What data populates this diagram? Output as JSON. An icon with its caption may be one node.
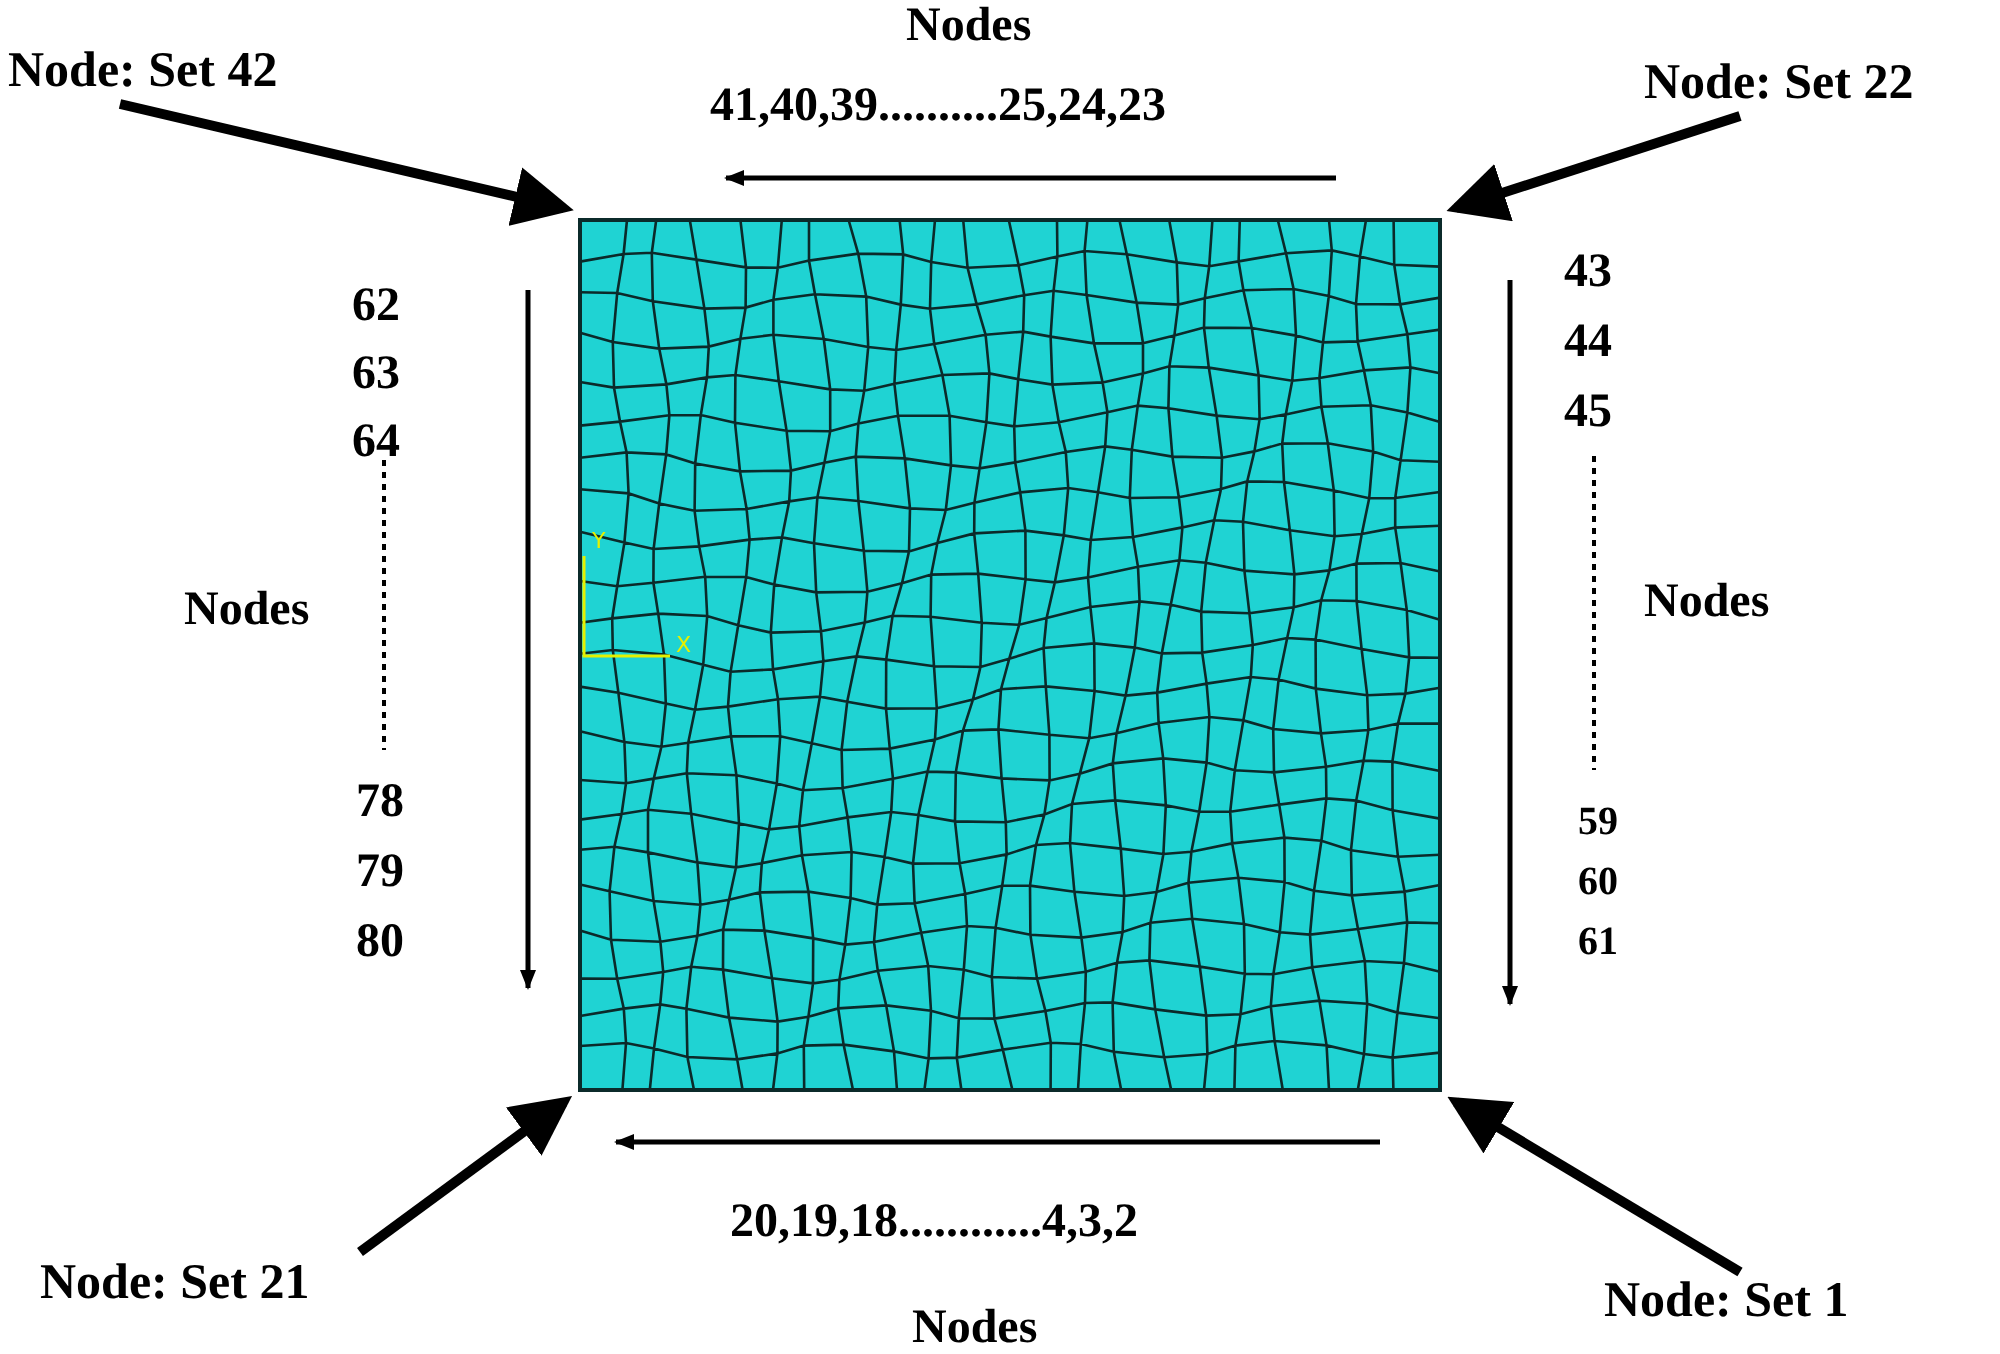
{
  "diagram": {
    "nodes": [
      {
        "text": [],
        "shape": "box"
      },
      {
        "text": [
          "Node: Set 42"
        ]
      },
      {
        "text": [
          "Node: Set 22"
        ]
      },
      {
        "text": [
          "Node: Set 21"
        ]
      },
      {
        "text": [
          "Node: Set 1"
        ]
      }
    ],
    "edges": [
      {
        "from": 1,
        "to": 0,
        "arrow": "to"
      },
      {
        "from": 2,
        "to": 0,
        "arrow": "to"
      },
      {
        "from": 3,
        "to": 0,
        "arrow": "to"
      },
      {
        "from": 4,
        "to": 0,
        "arrow": "to"
      }
    ],
    "labels": [
      "Nodes",
      "41,40,39..........25,24,23",
      "62",
      "63",
      "64",
      "Nodes",
      "78",
      "79",
      "80",
      "Y",
      "X",
      "43",
      "44",
      "45",
      "Nodes",
      "59",
      "60",
      "61",
      "20,19,18............4,3,2",
      "Nodes"
    ]
  }
}
